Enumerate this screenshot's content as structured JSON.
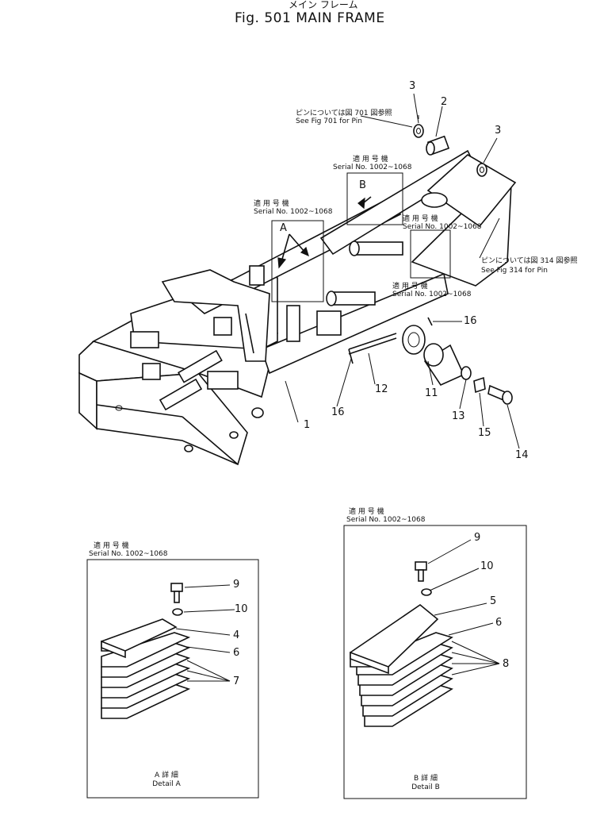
{
  "header": {
    "subtitle_jp": "メイン フレーム",
    "title": "Fig. 501   MAIN FRAME"
  },
  "notes": {
    "pin701_jp": "ピンについては図 701 図参照",
    "pin701_en": "See Fig 701 for Pin",
    "pin314_jp": "ピンについては図 314 図参照",
    "pin314_en": "See Fig 314 for Pin",
    "serial_jp": "適 用 号 機",
    "serial_en": "Serial No. 1002~1068"
  },
  "callouts": {
    "main": [
      "1",
      "2",
      "3",
      "3",
      "11",
      "12",
      "13",
      "14",
      "15",
      "16",
      "16"
    ],
    "detail_a": [
      "9",
      "10",
      "4",
      "6",
      "7"
    ],
    "detail_b": [
      "9",
      "10",
      "5",
      "6",
      "8"
    ]
  },
  "view_labels": {
    "a": "A",
    "b": "B"
  },
  "details": {
    "a_jp": "A  詳  細",
    "a_en": "Detail  A",
    "b_jp": "B  詳  細",
    "b_en": "Detail  B"
  }
}
